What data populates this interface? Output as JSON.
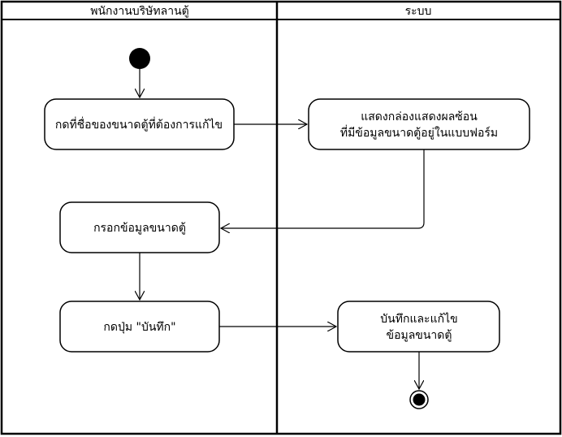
{
  "swimlanes": [
    {
      "title": "พนักงานบริษัทลานตู้"
    },
    {
      "title": "ระบบ"
    }
  ],
  "activities": {
    "a1": {
      "lines": [
        "กดที่ชื่อของขนาดตู้ที่ต้องการแก้ไข"
      ]
    },
    "a2": {
      "lines": [
        "แสดงกล่องแสดงผลซ้อน",
        "ที่มีข้อมูลขนาดตู้อยู่ในแบบฟอร์ม"
      ]
    },
    "a3": {
      "lines": [
        "กรอกข้อมูลขนาดตู้"
      ]
    },
    "a4": {
      "lines": [
        "กดปุ่ม \"บันทึก\""
      ]
    },
    "a5": {
      "lines": [
        "บันทึกและแก้ไข",
        "ข้อมูลขนาดตู้"
      ]
    }
  },
  "colors": {
    "stroke": "#000000",
    "fill": "#ffffff",
    "text": "#000000"
  }
}
